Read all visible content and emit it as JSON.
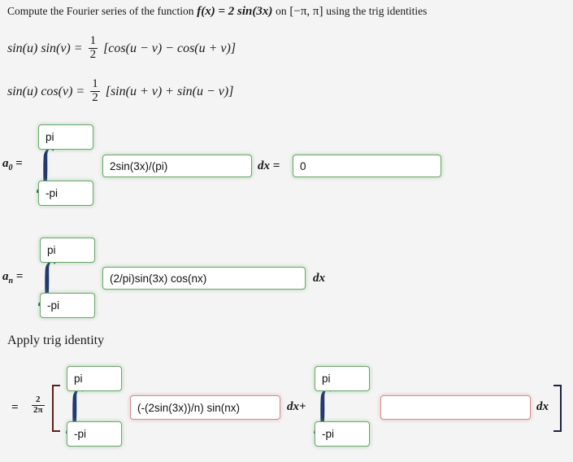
{
  "prompt": {
    "lead": "Compute the Fourier series of the function",
    "function": "f(x) = 2 sin(3x)",
    "on": "on",
    "interval": "[−π, π]",
    "trail": "using the trig identities"
  },
  "identities": [
    {
      "lhs": "sin(u) sin(v) =",
      "frac_num": "1",
      "frac_den": "2",
      "rhs": "[cos(u − v) − cos(u + v)]"
    },
    {
      "lhs": "sin(u) cos(v) =",
      "frac_num": "1",
      "frac_den": "2",
      "rhs": "[sin(u + v) + sin(u − v)]"
    }
  ],
  "rows": {
    "a0": {
      "label": "a",
      "label_sub": "0",
      "equals": "=",
      "upper_limit": "pi",
      "lower_limit": "-pi",
      "integrand": "2sin(3x)/(pi)",
      "integrand_state": "correct",
      "dx_equals": "dx  =",
      "result": "0",
      "result_state": "correct"
    },
    "an": {
      "label": "a",
      "label_sub": "n",
      "equals": "=",
      "upper_limit": "pi",
      "lower_limit": "-pi",
      "integrand": "(2/pi)sin(3x) cos(nx)",
      "integrand_state": "correct",
      "dx": "dx"
    }
  },
  "apply_section": {
    "heading": "Apply trig identity",
    "equals": "=",
    "coefficient_num": "2",
    "coefficient_den": "2π",
    "term1": {
      "upper_limit": "pi",
      "lower_limit": "-pi",
      "integrand": "(-(2sin(3x))/n) sin(nx)",
      "integrand_state": "incorrect",
      "dx_plus": "dx+"
    },
    "term2": {
      "upper_limit": "pi",
      "lower_limit": "-pi",
      "integrand": "",
      "integrand_state": "incorrect",
      "dx": "dx"
    }
  },
  "colors": {
    "page_background": "#f4f4f4",
    "correct_border": "#6aa56a",
    "incorrect_border": "#d58b8b",
    "integral_glyph": "#223a6b",
    "bracket_red": "#5a2020",
    "bracket_dark": "#1b2340",
    "text": "#1a1a1a"
  }
}
